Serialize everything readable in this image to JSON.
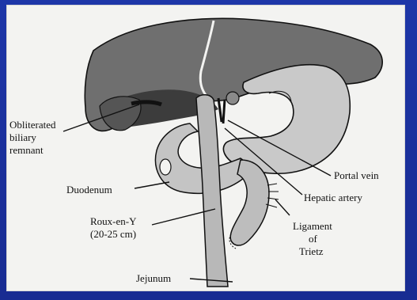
{
  "background_color": "#1a2f9a",
  "figure": {
    "labels": {
      "obliterated_line1": "Obliterated",
      "obliterated_line2": "biliary",
      "obliterated_line3": "remnant",
      "portal_vein": "Portal vein",
      "duodenum": "Duodenum",
      "hepatic_artery": "Hepatic artery",
      "roux_line1": "Roux-en-Y",
      "roux_line2": "(20-25 cm)",
      "ligament_line1": "Ligament",
      "ligament_line2": "of",
      "ligament_line3": "Trietz",
      "jejunum": "Jejunum"
    },
    "colors": {
      "liver": "#6f6f6f",
      "liver_dark": "#3c3c3c",
      "stomach": "#c9c9c9",
      "intestine": "#bdbdbd",
      "outline": "#111111"
    }
  }
}
